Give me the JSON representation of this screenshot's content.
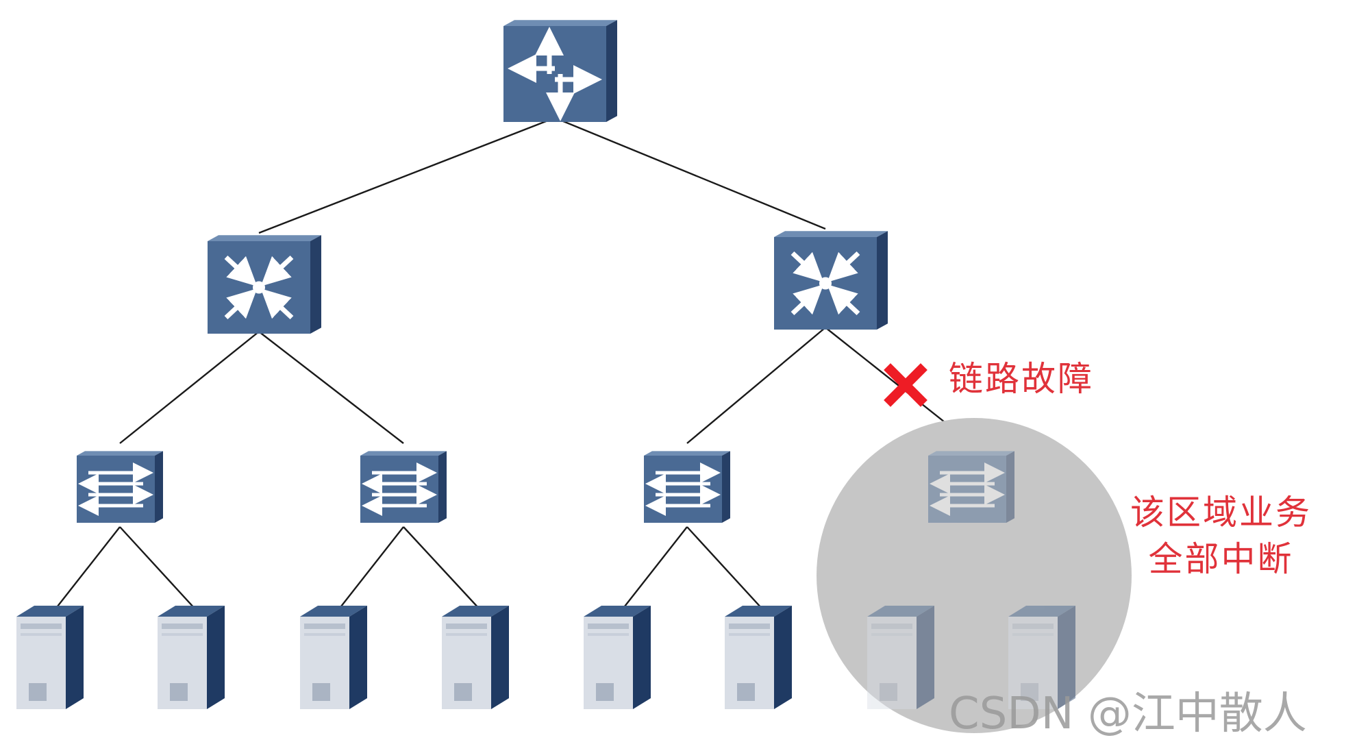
{
  "diagram": {
    "devices": [
      {
        "id": "core",
        "kind": "router",
        "name": "core-router"
      },
      {
        "id": "agg-left",
        "kind": "core-switch",
        "name": "aggregation-switch-left"
      },
      {
        "id": "agg-right",
        "kind": "core-switch",
        "name": "aggregation-switch-right"
      },
      {
        "id": "acc-1",
        "kind": "access-switch",
        "name": "access-switch-1"
      },
      {
        "id": "acc-2",
        "kind": "access-switch",
        "name": "access-switch-2"
      },
      {
        "id": "acc-3",
        "kind": "access-switch",
        "name": "access-switch-3"
      },
      {
        "id": "acc-4",
        "kind": "access-switch",
        "name": "access-switch-4",
        "faded": true
      },
      {
        "id": "srv-1",
        "kind": "server",
        "name": "server-1"
      },
      {
        "id": "srv-2",
        "kind": "server",
        "name": "server-2"
      },
      {
        "id": "srv-3",
        "kind": "server",
        "name": "server-3"
      },
      {
        "id": "srv-4",
        "kind": "server",
        "name": "server-4"
      },
      {
        "id": "srv-5",
        "kind": "server",
        "name": "server-5"
      },
      {
        "id": "srv-6",
        "kind": "server",
        "name": "server-6"
      },
      {
        "id": "srv-7",
        "kind": "server",
        "name": "server-7",
        "faded": true
      },
      {
        "id": "srv-8",
        "kind": "server",
        "name": "server-8",
        "faded": true
      }
    ],
    "links": [
      {
        "from": "core",
        "to": "agg-left"
      },
      {
        "from": "core",
        "to": "agg-right"
      },
      {
        "from": "agg-left",
        "to": "acc-1"
      },
      {
        "from": "agg-left",
        "to": "acc-2"
      },
      {
        "from": "agg-right",
        "to": "acc-3"
      },
      {
        "from": "agg-right",
        "to": "acc-4",
        "failed": true
      },
      {
        "from": "acc-1",
        "to": "srv-1"
      },
      {
        "from": "acc-1",
        "to": "srv-2"
      },
      {
        "from": "acc-2",
        "to": "srv-3"
      },
      {
        "from": "acc-2",
        "to": "srv-4"
      },
      {
        "from": "acc-3",
        "to": "srv-5"
      },
      {
        "from": "acc-3",
        "to": "srv-6"
      },
      {
        "from": "acc-4",
        "to": "srv-7"
      },
      {
        "from": "acc-4",
        "to": "srv-8"
      }
    ],
    "labels": {
      "link_fault": "链路故障",
      "area_line1": "该区域业务",
      "area_line2": "全部中断"
    },
    "watermark": "CSDN @江中散人",
    "colors": {
      "device_front": "#4a6a94",
      "device_top": "#6f8db3",
      "device_side": "#263f66",
      "server_front": "#d9dee6",
      "server_side": "#1f3a63",
      "failure_mark": "#ee1c25",
      "label_red": "#e0323a",
      "affected_area": "#c6c6c6",
      "link": "#1a1a1a"
    }
  }
}
